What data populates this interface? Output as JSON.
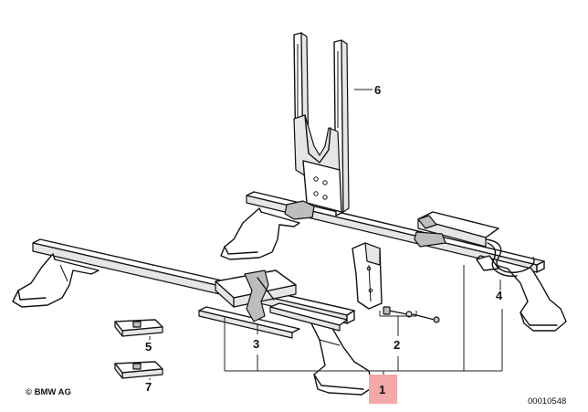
{
  "diagram": {
    "parts": [
      {
        "number": "1",
        "highlighted": true
      },
      {
        "number": "2",
        "highlighted": false
      },
      {
        "number": "3",
        "highlighted": false
      },
      {
        "number": "4",
        "highlighted": false
      },
      {
        "number": "5",
        "highlighted": false
      },
      {
        "number": "6",
        "highlighted": false
      },
      {
        "number": "7",
        "highlighted": false
      }
    ],
    "highlight_color": "#f4a8a8",
    "copyright": "© BMW AG",
    "drawing_number": "00010548"
  }
}
